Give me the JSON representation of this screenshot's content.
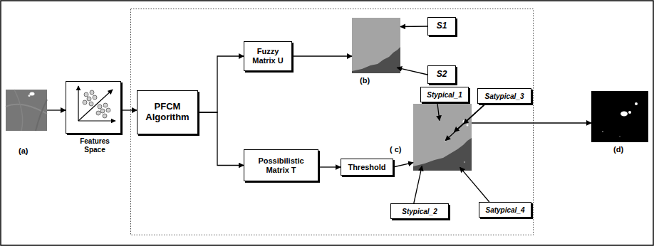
{
  "diagram": {
    "nodes": [
      {
        "text": [
          "(a)"
        ]
      },
      {
        "text": [
          "Features Space"
        ]
      },
      {
        "text": [
          "PFCM Algorithm"
        ]
      },
      {
        "text": [
          "Fuzzy Matrix U"
        ]
      },
      {
        "text": [
          "Possibilistic Matrix T"
        ]
      },
      {
        "text": [
          "Threshold"
        ]
      },
      {
        "text": [
          "(b)"
        ]
      },
      {
        "text": [
          "S1"
        ]
      },
      {
        "text": [
          "S2"
        ]
      },
      {
        "text": [
          "Stypical_1"
        ]
      },
      {
        "text": [
          "Satypical_3"
        ]
      },
      {
        "text": [
          "( c)"
        ]
      },
      {
        "text": [
          "Stypical_2"
        ]
      },
      {
        "text": [
          "Satypical_4"
        ]
      },
      {
        "text": [
          "(d)"
        ]
      }
    ],
    "edges": [
      {
        "from": 0,
        "to": 1,
        "arrow": "to"
      },
      {
        "from": 1,
        "to": 2,
        "arrow": "to"
      },
      {
        "from": 2,
        "to": 3,
        "arrow": "to"
      },
      {
        "from": 2,
        "to": 4,
        "arrow": "to"
      },
      {
        "from": 3,
        "to": 6,
        "arrow": "to"
      },
      {
        "from": 4,
        "to": 5,
        "arrow": "to"
      },
      {
        "from": 5,
        "to": 11,
        "arrow": "to"
      },
      {
        "from": 11,
        "to": 14,
        "arrow": "to"
      },
      {
        "from": 7,
        "to": 6,
        "arrow": "to"
      },
      {
        "from": 8,
        "to": 6,
        "arrow": "to"
      },
      {
        "from": 9,
        "to": 11,
        "arrow": "to"
      },
      {
        "from": 10,
        "to": 11,
        "arrow": "to"
      },
      {
        "from": 12,
        "to": 11,
        "arrow": "to"
      },
      {
        "from": 13,
        "to": 11,
        "arrow": "to"
      }
    ]
  }
}
